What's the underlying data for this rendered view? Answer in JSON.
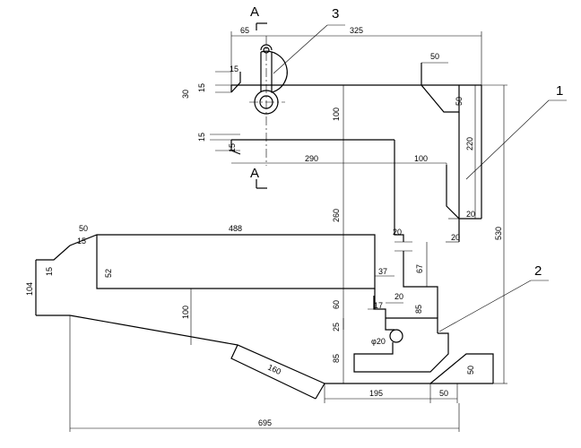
{
  "section_markers": {
    "top": "A",
    "bottom": "A"
  },
  "callouts": [
    "1",
    "2",
    "3"
  ],
  "dimensions": {
    "d65": "65",
    "d325": "325",
    "d50_top": "50",
    "d50_right": "50",
    "d15_a": "15",
    "d30": "30",
    "d15_b": "15",
    "d15_c": "15",
    "d15_d": "15",
    "d100_v": "100",
    "d220": "220",
    "d290": "290",
    "d100_h": "100",
    "d260": "260",
    "d530": "530",
    "d20_a": "20",
    "d20_b": "20",
    "d20_c": "20",
    "d488": "488",
    "d50_left": "50",
    "d15_e": "15",
    "d15_f": "15",
    "d104": "104",
    "d52": "52",
    "d37": "37",
    "d67": "67",
    "d20_d": "20",
    "d60": "60",
    "d17": "17",
    "d85_a": "85",
    "d25": "25",
    "phi20": "φ20",
    "d100_low": "100",
    "d85_b": "85",
    "d160": "160",
    "d195": "195",
    "d50_bottom": "50",
    "d50_br": "50",
    "d695": "695"
  }
}
